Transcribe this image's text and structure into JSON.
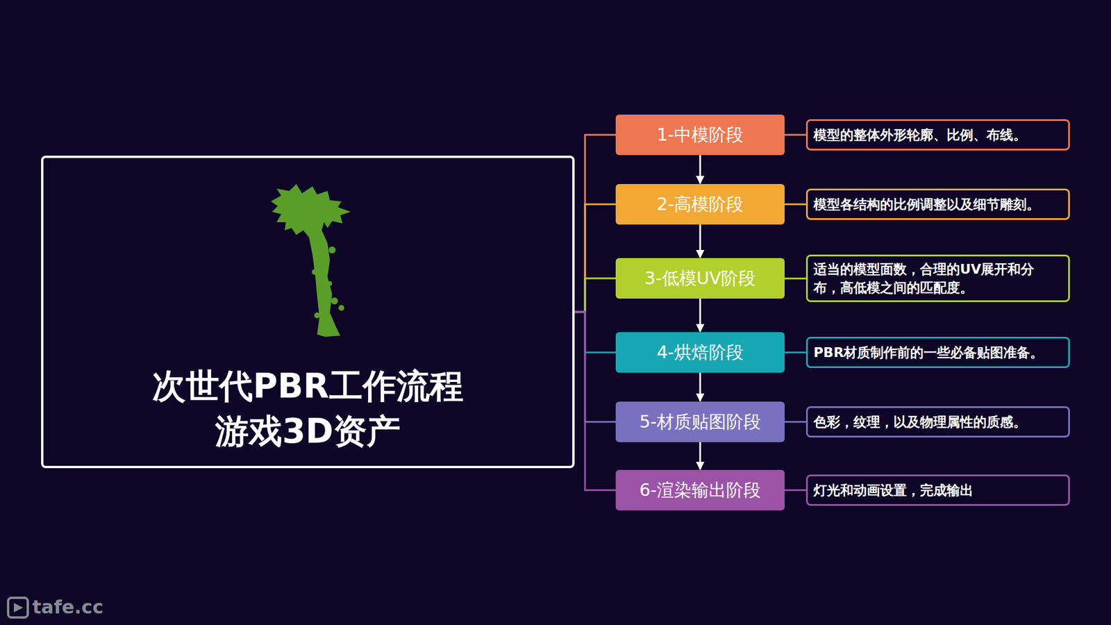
{
  "diagram": {
    "nodes": [
      {
        "text": [
          "次世代PBR工作流程",
          "游戏3D资产"
        ]
      },
      {
        "text": [
          "1-中模阶段"
        ]
      },
      {
        "text": [
          "模型的整体外形轮廓、比例、布线。"
        ]
      },
      {
        "text": [
          "2-高模阶段"
        ]
      },
      {
        "text": [
          "模型各结构的比例调整以及细节雕刻。"
        ]
      },
      {
        "text": [
          "3-低模UV阶段"
        ]
      },
      {
        "text": [
          "适当的模型面数，合理的UV展开和分 布，高低模之间的匹配度。"
        ]
      },
      {
        "text": [
          "4-烘焙阶段"
        ]
      },
      {
        "text": [
          "PBR材质制作前的一些必备贴图准备。"
        ]
      },
      {
        "text": [
          "5-材质贴图阶段"
        ]
      },
      {
        "text": [
          "色彩，纹理，以及物理属性的质感。"
        ]
      },
      {
        "text": [
          "6-渲染输出阶段"
        ]
      },
      {
        "text": [
          "灯光和动画设置，完成输出"
        ]
      }
    ],
    "edges": [
      {
        "from": 0,
        "to": 1,
        "arrow": "none"
      },
      {
        "from": 0,
        "to": 3,
        "arrow": "none"
      },
      {
        "from": 0,
        "to": 5,
        "arrow": "none"
      },
      {
        "from": 0,
        "to": 7,
        "arrow": "none"
      },
      {
        "from": 0,
        "to": 9,
        "arrow": "none"
      },
      {
        "from": 0,
        "to": 11,
        "arrow": "none"
      },
      {
        "from": 1,
        "to": 3,
        "arrow": "to"
      },
      {
        "from": 3,
        "to": 5,
        "arrow": "to"
      },
      {
        "from": 5,
        "to": 7,
        "arrow": "to"
      },
      {
        "from": 7,
        "to": 9,
        "arrow": "to"
      },
      {
        "from": 9,
        "to": 11,
        "arrow": "to"
      },
      {
        "from": 1,
        "to": 2,
        "arrow": "none"
      },
      {
        "from": 3,
        "to": 4,
        "arrow": "none"
      },
      {
        "from": 5,
        "to": 6,
        "arrow": "none"
      },
      {
        "from": 7,
        "to": 8,
        "arrow": "none"
      },
      {
        "from": 9,
        "to": 10,
        "arrow": "none"
      },
      {
        "from": 11,
        "to": 12,
        "arrow": "none"
      }
    ],
    "labels": [
      "tafe.cc"
    ]
  }
}
